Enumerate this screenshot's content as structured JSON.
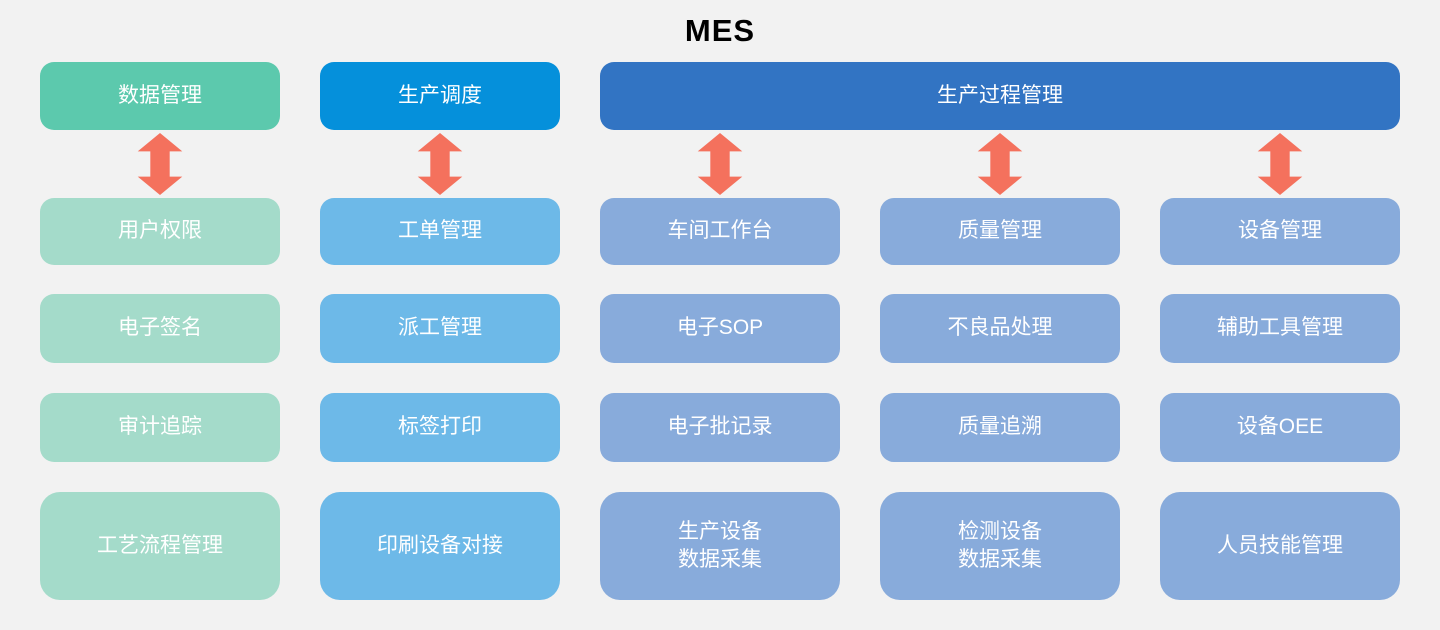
{
  "title": "MES",
  "colors": {
    "background": "#F2F2F2",
    "col1_header": "#5CC9AD",
    "col1_item": "#A4DBCA",
    "col2_header": "#0590DB",
    "col2_item": "#6DB9E8",
    "process_header": "#3274C3",
    "process_item": "#88ABDB",
    "arrow": "#F4715D",
    "box_text": "#FFFFFF",
    "title_text": "#000000"
  },
  "columns": [
    {
      "header": "数据管理",
      "items": [
        "用户权限",
        "电子签名",
        "审计追踪",
        "工艺流程管理"
      ]
    },
    {
      "header": "生产调度",
      "items": [
        "工单管理",
        "派工管理",
        "标签打印",
        "印刷设备对接"
      ]
    },
    {
      "items": [
        "车间工作台",
        "电子SOP",
        "电子批记录",
        "生产设备\n数据采集"
      ]
    },
    {
      "items": [
        "质量管理",
        "不良品处理",
        "质量追溯",
        "检测设备\n数据采集"
      ]
    },
    {
      "items": [
        "设备管理",
        "辅助工具管理",
        "设备OEE",
        "人员技能管理"
      ]
    }
  ],
  "process_header": "生产过程管理"
}
